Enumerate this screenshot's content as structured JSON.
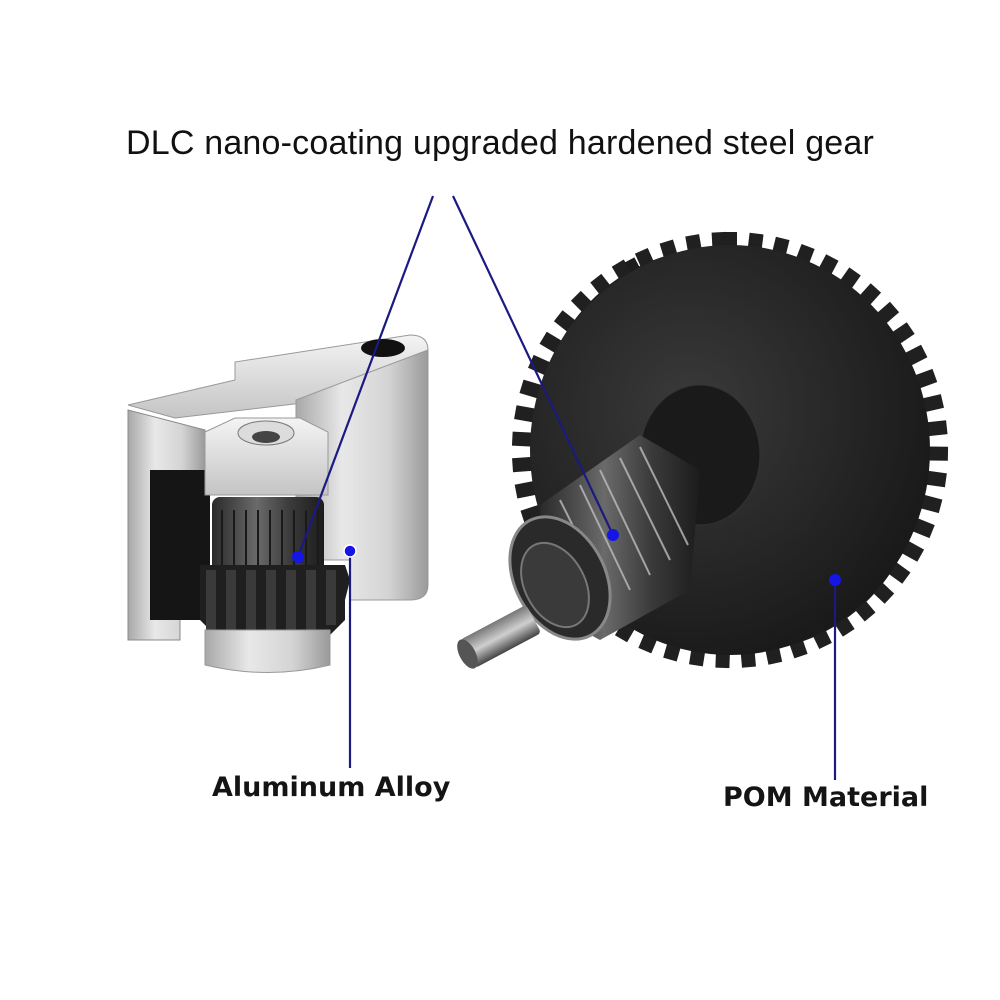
{
  "title": "DLC nano-coating upgraded hardened steel gear",
  "labels": {
    "aluminum": "Aluminum Alloy",
    "pom": "POM Material"
  },
  "parts": {
    "left": "aluminum extruder arm with steel drive gear",
    "right": "black POM large gear with steel pinion shaft"
  },
  "colors": {
    "leader_line": "#1a1a80",
    "leader_dot": "#1515e6",
    "aluminum": "#c9c9c9",
    "gear": "#2a2a2a"
  }
}
